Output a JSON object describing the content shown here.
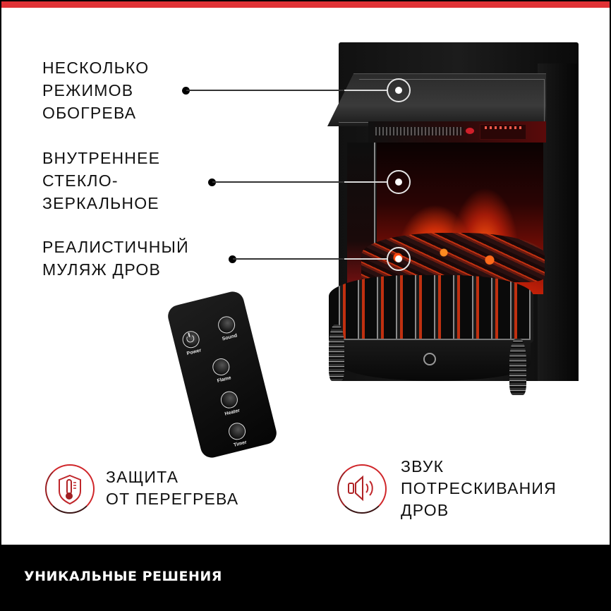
{
  "colors": {
    "accent_red": "#e03235",
    "footer_bg": "#000000",
    "text": "#111111"
  },
  "callouts": [
    {
      "label": "НЕСКОЛЬКО\nРЕЖИМОВ\nОБОГРЕВА",
      "target": "heater-hood"
    },
    {
      "label": "ВНУТРЕННЕЕ\nСТЕКЛО-\nЗЕРКАЛЬНОЕ",
      "target": "inner-glass"
    },
    {
      "label": "РЕАЛИСТИЧНЫЙ\nМУЛЯЖ ДРОВ",
      "target": "log-set"
    }
  ],
  "remote": {
    "buttons": [
      {
        "label": "Power",
        "icon": "power-icon"
      },
      {
        "label": "Sound"
      },
      {
        "label": "Flame"
      },
      {
        "label": "Heater"
      },
      {
        "label": "Timer"
      }
    ]
  },
  "features": [
    {
      "label": "ЗАЩИТА\nОТ ПЕРЕГРЕВА",
      "icon": "thermometer-shield-icon"
    },
    {
      "label": "ЗВУК\nПОТРЕСКИВАНИЯ\nДРОВ",
      "icon": "speaker-icon"
    }
  ],
  "footer": {
    "title": "УНИКАЛЬНЫЕ РЕШЕНИЯ"
  }
}
